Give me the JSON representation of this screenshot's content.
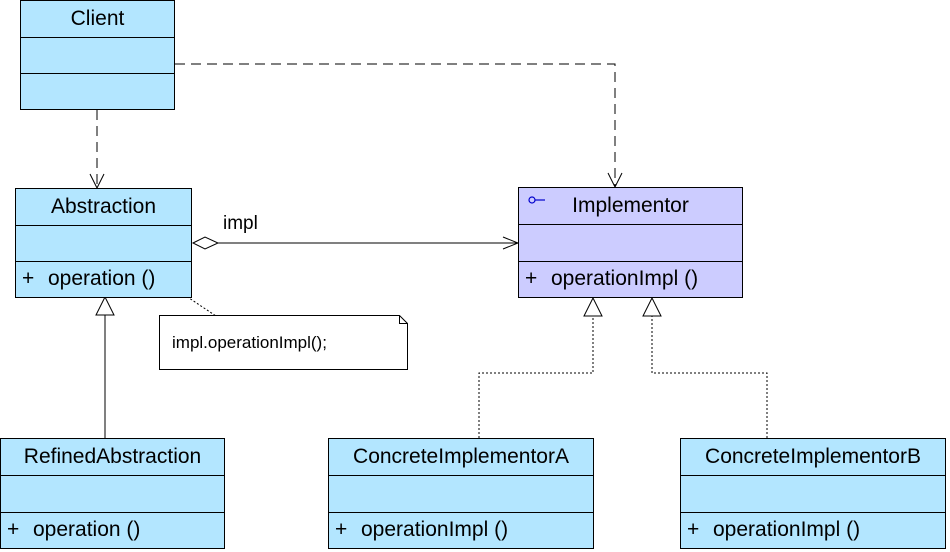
{
  "diagram": {
    "classes": {
      "client": {
        "name": "Client",
        "operation": ""
      },
      "abstraction": {
        "name": "Abstraction",
        "visibility": "+",
        "operation": "operation ()"
      },
      "implementor": {
        "name": "Implementor",
        "visibility": "+",
        "operation": "operationImpl ()",
        "stereotype_icon": "interface-icon"
      },
      "refined_abstraction": {
        "name": "RefinedAbstraction",
        "visibility": "+",
        "operation": "operation ()"
      },
      "concrete_a": {
        "name": "ConcreteImplementorA",
        "visibility": "+",
        "operation": "operationImpl ()"
      },
      "concrete_b": {
        "name": "ConcreteImplementorB",
        "visibility": "+",
        "operation": "operationImpl ()"
      }
    },
    "association_label": "impl",
    "note_text": "impl.operationImpl();",
    "colors": {
      "class_fill": "#b3e6ff",
      "interface_fill": "#ccccff",
      "stroke": "#000000",
      "icon": "#0000cc"
    }
  }
}
